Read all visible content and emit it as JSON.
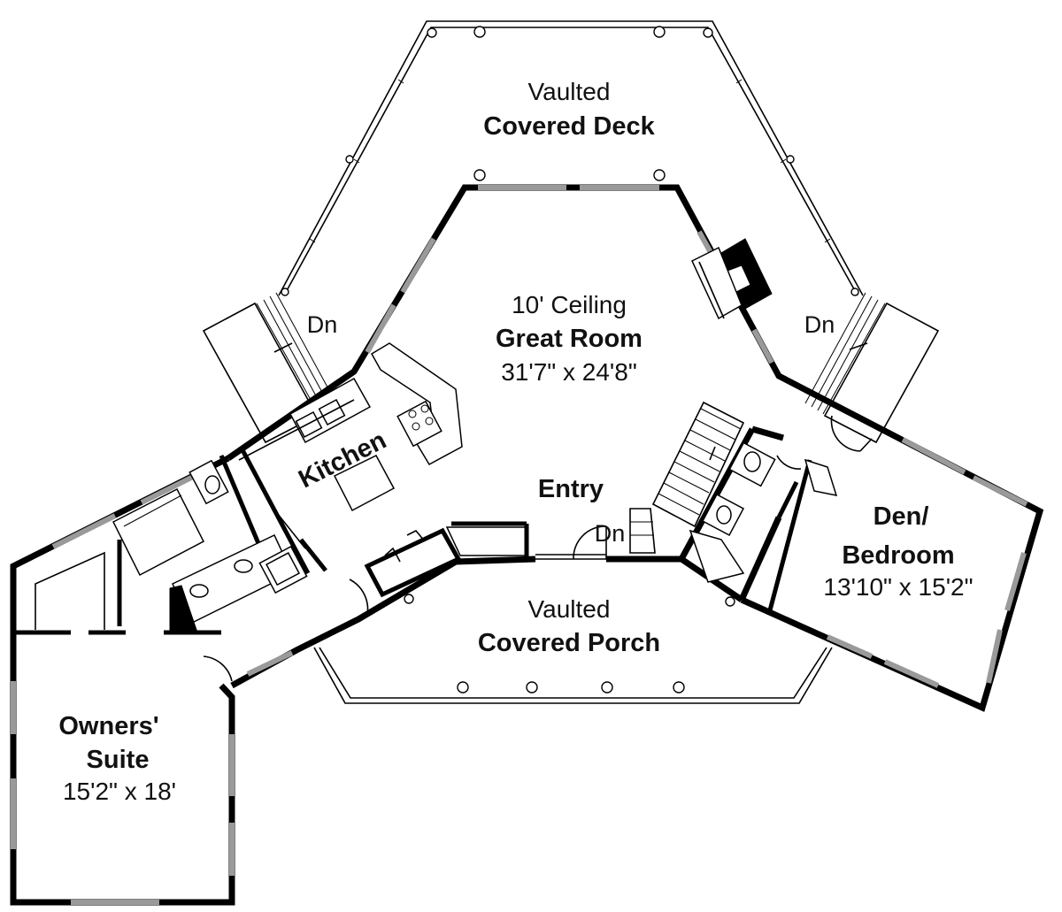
{
  "rooms": {
    "covered_deck": {
      "line1": "Vaulted",
      "line2": "Covered Deck"
    },
    "great_room": {
      "line1": "10' Ceiling",
      "line2": "Great Room",
      "dims": "31'7\" x 24'8\""
    },
    "kitchen": {
      "name": "Kitchen"
    },
    "entry": {
      "name": "Entry"
    },
    "covered_porch": {
      "line1": "Vaulted",
      "line2": "Covered Porch"
    },
    "den": {
      "line1": "Den/",
      "line2": "Bedroom",
      "dims": "13'10\" x 15'2\""
    },
    "owners_suite": {
      "line1": "Owners'",
      "line2": "Suite",
      "dims": "15'2\" x 18'"
    }
  },
  "stairs": {
    "left_deck": "Dn",
    "right_deck": "Dn",
    "entry": "Dn"
  }
}
